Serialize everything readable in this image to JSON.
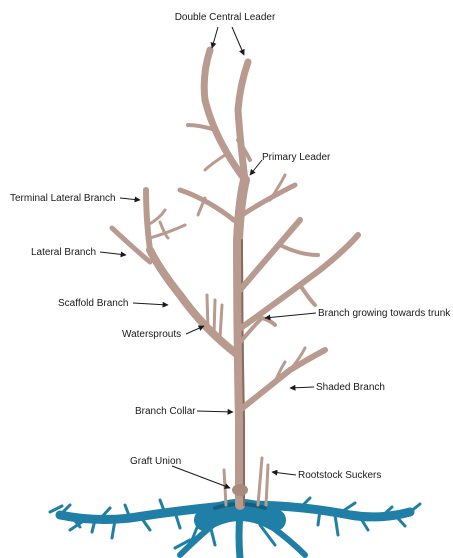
{
  "diagram": {
    "labels": {
      "double_central_leader": "Double Central Leader",
      "primary_leader": "Primary Leader",
      "terminal_lateral_branch": "Terminal Lateral Branch",
      "lateral_branch": "Lateral Branch",
      "scaffold_branch": "Scaffold Branch",
      "watersprouts": "Watersprouts",
      "branch_growing_towards_trunk": "Branch growing towards trunk",
      "shaded_branch": "Shaded Branch",
      "branch_collar": "Branch Collar",
      "graft_union": "Graft Union",
      "rootstock_suckers": "Rootstock Suckers"
    },
    "colors": {
      "wood": "#b89a8f",
      "wood_shadow": "#8a6b61",
      "roots": "#1f7fa6",
      "roots_dark": "#145f80",
      "text": "#1a1a1a"
    }
  }
}
